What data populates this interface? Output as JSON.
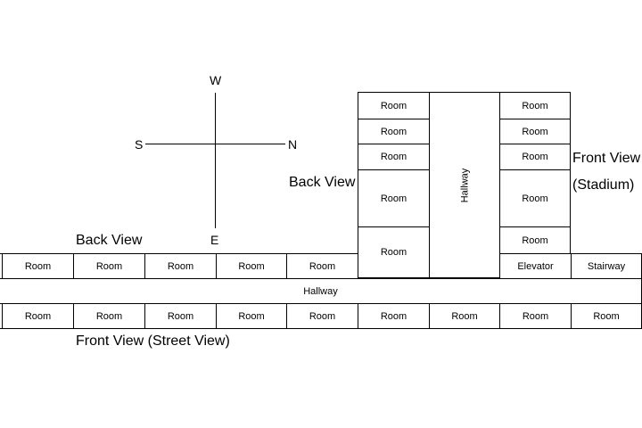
{
  "compass": {
    "west": "W",
    "east": "E",
    "south": "S",
    "north": "N"
  },
  "labels": {
    "back_view_left": "Back View",
    "back_view_top": "Back View",
    "front_view_stadium_1": "Front View",
    "front_view_stadium_2": "(Stadium)",
    "front_view_street": "Front View (Street View)"
  },
  "back_row": [
    "Room",
    "Room",
    "Room",
    "Room",
    "Room"
  ],
  "back_row_right": [
    "Elevator",
    "Stairway"
  ],
  "hallway_horizontal": "Hallway",
  "front_row": [
    "Room",
    "Room",
    "Room",
    "Room",
    "Room",
    "Room",
    "Room",
    "Room",
    "Room"
  ],
  "wing_left": [
    "Room",
    "Room",
    "Room",
    "Room",
    "Room"
  ],
  "wing_right": [
    "Room",
    "Room",
    "Room",
    "Room",
    "Room"
  ],
  "hallway_vertical": "Hallway"
}
